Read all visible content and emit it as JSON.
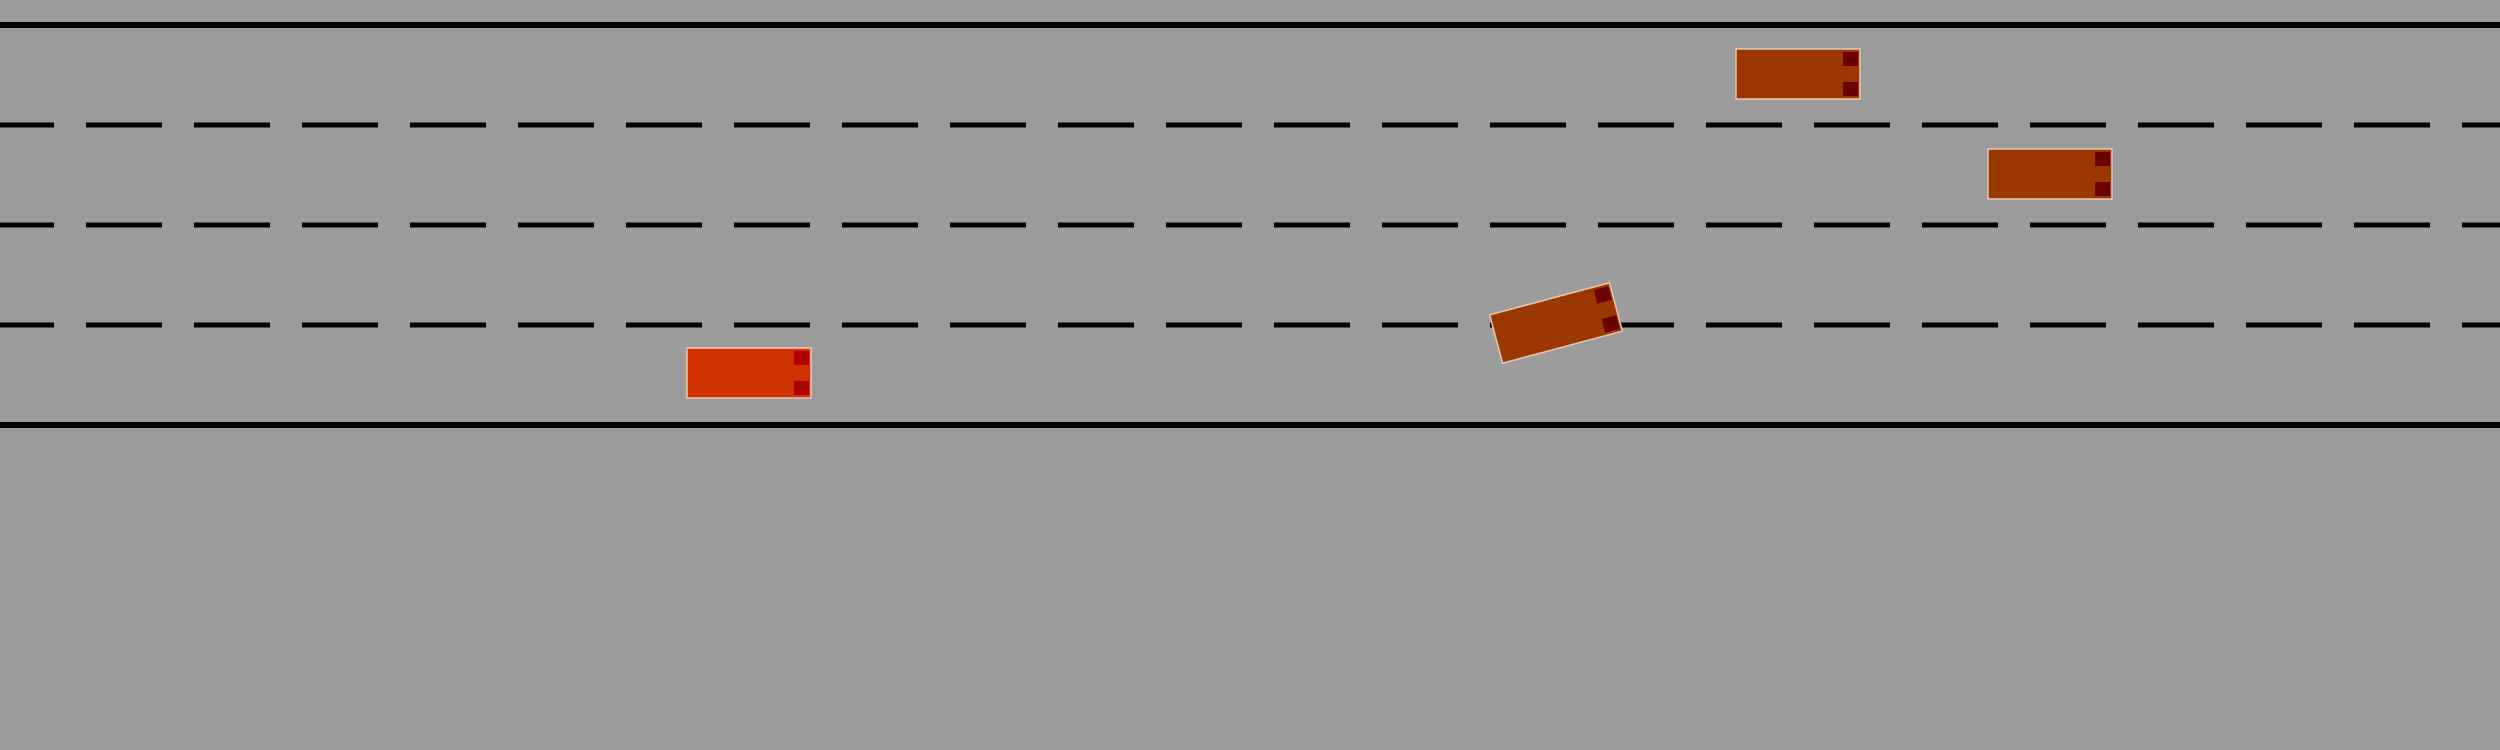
{
  "road": {
    "lane_count": 4,
    "background_color": "#9b9b9b",
    "line_color": "#000000"
  },
  "vehicles": [
    {
      "id": "ego",
      "lane": 4,
      "heading_deg": 0,
      "body_color": "#d03200",
      "light_color": "#b00000",
      "edge_color": "#e8c8b8"
    },
    {
      "id": "car-1",
      "lane": 1,
      "heading_deg": 0,
      "body_color": "#9b3800",
      "light_color": "#6a0000",
      "edge_color": "#e8c8b8"
    },
    {
      "id": "car-2",
      "lane": 2,
      "heading_deg": 0,
      "body_color": "#9b3800",
      "light_color": "#6a0000",
      "edge_color": "#e8c8b8"
    },
    {
      "id": "car-3",
      "lane": 3,
      "heading_deg": -15,
      "body_color": "#9b3800",
      "light_color": "#6a0000",
      "edge_color": "#e8c8b8"
    }
  ]
}
